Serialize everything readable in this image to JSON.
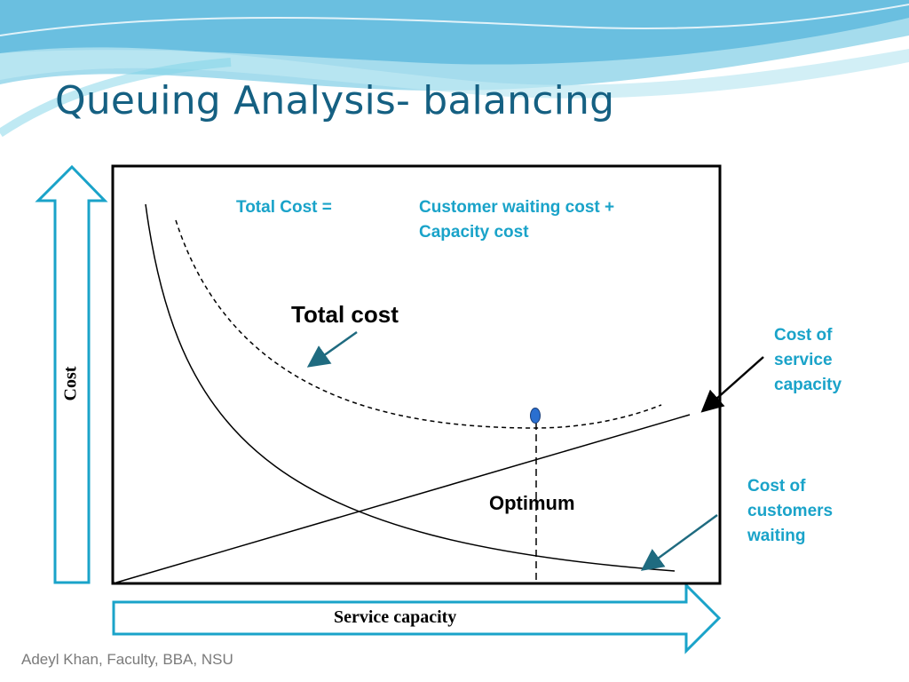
{
  "slide": {
    "title": "Queuing Analysis- balancing",
    "footer": "Adeyl Khan, Faculty, BBA, NSU"
  },
  "diagram": {
    "equation": {
      "left": "Total Cost =",
      "right_lines": [
        "Customer waiting cost +",
        "Capacity cost"
      ]
    },
    "labels": {
      "total_cost": "Total cost",
      "optimum": "Optimum",
      "service_capacity_cost": [
        "Cost of",
        "service",
        "capacity"
      ],
      "customers_waiting_cost": [
        "Cost of",
        "customers",
        "waiting"
      ]
    },
    "axes": {
      "x": "Service capacity",
      "y": "Cost"
    }
  },
  "colors": {
    "title": "#156082",
    "accent": "#1aa3c9",
    "arrow_outline": "#1aa3c9",
    "pointer_arrow": "#1f6b80",
    "marker": "#2a6fd0"
  }
}
